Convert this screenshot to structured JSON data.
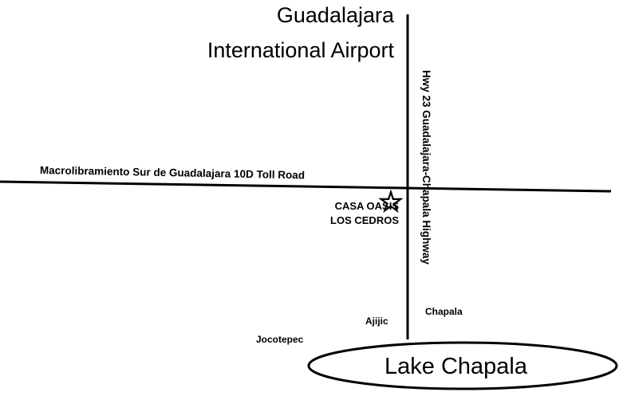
{
  "airport": {
    "line1": "Guadalajara",
    "line2": "International Airport"
  },
  "roads": {
    "toll_road": "Macrolibramiento Sur de Guadalajara 10D Toll Road",
    "highway": "Hwy 23 Guadalajara-Chapala Highway"
  },
  "property": {
    "line1": "CASA OASIS",
    "line2": "LOS CEDROS",
    "marker": "star-icon"
  },
  "towns": {
    "chapala": "Chapala",
    "ajijic": "Ajijic",
    "jocotepec": "Jocotepec"
  },
  "lake": {
    "label": "Lake Chapala"
  },
  "colors": {
    "ink": "#000000",
    "background": "#ffffff"
  }
}
